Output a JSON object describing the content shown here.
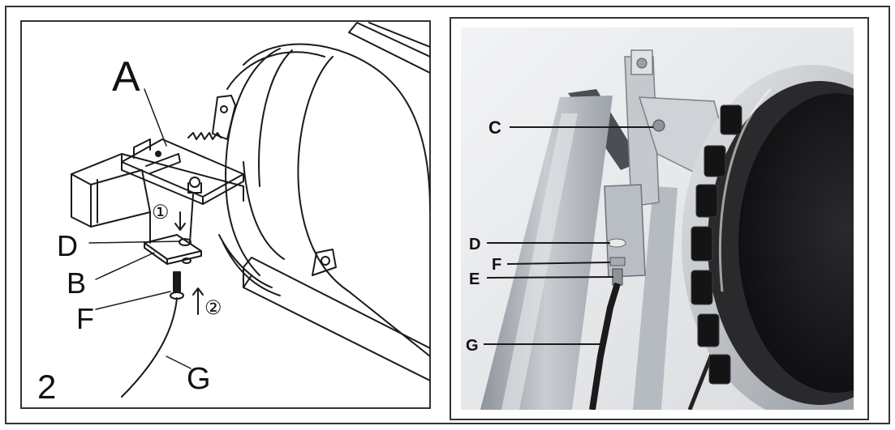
{
  "step_number": "2",
  "drawing_labels": {
    "A": "A",
    "B": "B",
    "D": "D",
    "F": "F",
    "G": "G",
    "step1": "①",
    "step2": "②"
  },
  "photo_labels": {
    "C": "C",
    "D": "D",
    "F": "F",
    "E": "E",
    "G": "G"
  },
  "colors": {
    "border": "#333333",
    "line": "#1a1a1a",
    "metal": "#b8bcc2",
    "dark_metal": "#5a5f66",
    "wheel": "#1c1c1e"
  }
}
